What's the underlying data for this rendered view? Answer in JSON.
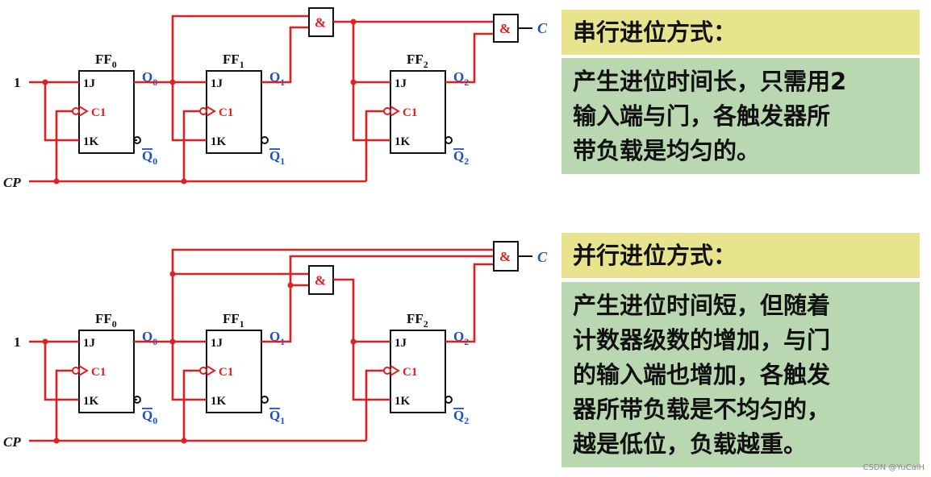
{
  "circuits": [
    {
      "id": "serial",
      "ff_labels": [
        "FF",
        "FF",
        "FF"
      ],
      "ff_subscripts": [
        "0",
        "1",
        "2"
      ],
      "pin_j": "1J",
      "pin_c": "C1",
      "pin_k": "1K",
      "q_labels": [
        "Q",
        "Q",
        "Q"
      ],
      "q_subscripts": [
        "0",
        "1",
        "2"
      ],
      "input_label": "1",
      "clock_label": "CP",
      "gate_label": "&",
      "output_label": "C"
    },
    {
      "id": "parallel",
      "ff_labels": [
        "FF",
        "FF",
        "FF"
      ],
      "ff_subscripts": [
        "0",
        "1",
        "2"
      ],
      "pin_j": "1J",
      "pin_c": "C1",
      "pin_k": "1K",
      "q_labels": [
        "Q",
        "Q",
        "Q"
      ],
      "q_subscripts": [
        "0",
        "1",
        "2"
      ],
      "input_label": "1",
      "clock_label": "CP",
      "gate_label": "&",
      "output_label": "C"
    }
  ],
  "panels": {
    "serial": {
      "title": "串行进位方式：",
      "lines": [
        "产生进位时间长，只需用2",
        "输入端与门，各触发器所",
        "带负载是均匀的。"
      ]
    },
    "parallel": {
      "title": "并行进位方式：",
      "lines": [
        "产生进位时间短，但随着",
        "计数器级数的增加，与门",
        "的输入端也增加，各触发",
        "器所带负载是不均匀的，",
        "越是低位，负载越重。"
      ]
    }
  },
  "watermark": "CSDN @YuCaiH",
  "colors": {
    "wire": "#e02020",
    "block": "#111111",
    "q_label": "#1a50c8",
    "title_bg": "#e8e48e",
    "body_bg": "#b9d8b2"
  }
}
